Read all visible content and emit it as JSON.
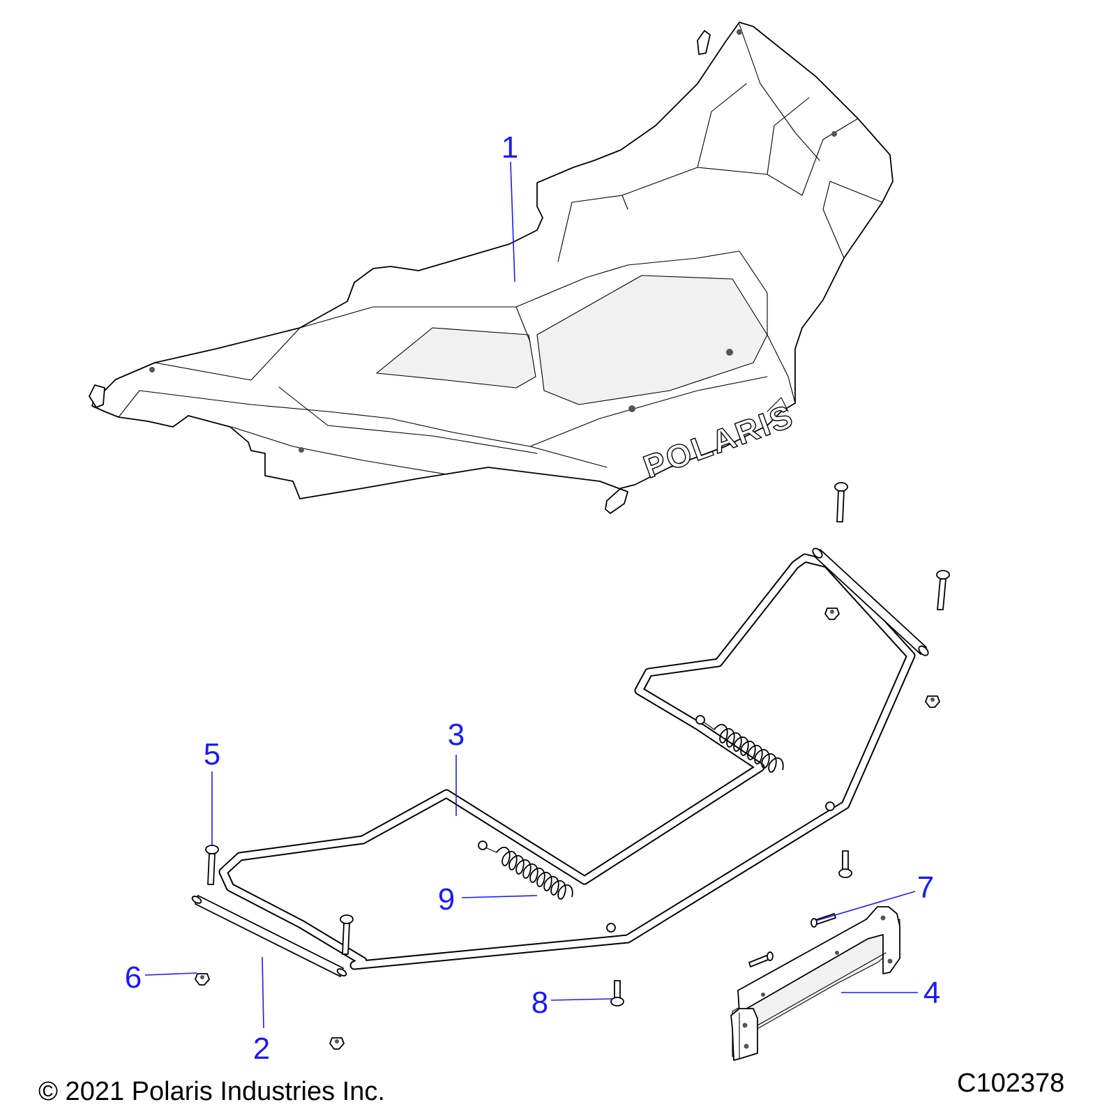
{
  "callouts": [
    {
      "id": "1",
      "label": "1"
    },
    {
      "id": "2",
      "label": "2"
    },
    {
      "id": "3",
      "label": "3"
    },
    {
      "id": "4",
      "label": "4"
    },
    {
      "id": "5",
      "label": "5"
    },
    {
      "id": "6",
      "label": "6"
    },
    {
      "id": "7",
      "label": "7"
    },
    {
      "id": "8",
      "label": "8"
    },
    {
      "id": "9",
      "label": "9"
    }
  ],
  "fender_logo": "POLARIS",
  "footer": {
    "copyright": "© 2021 Polaris Industries Inc.",
    "figure_code": "C102378"
  },
  "colors": {
    "callout": "#1a1aff",
    "line": "#000000",
    "background": "#ffffff"
  }
}
